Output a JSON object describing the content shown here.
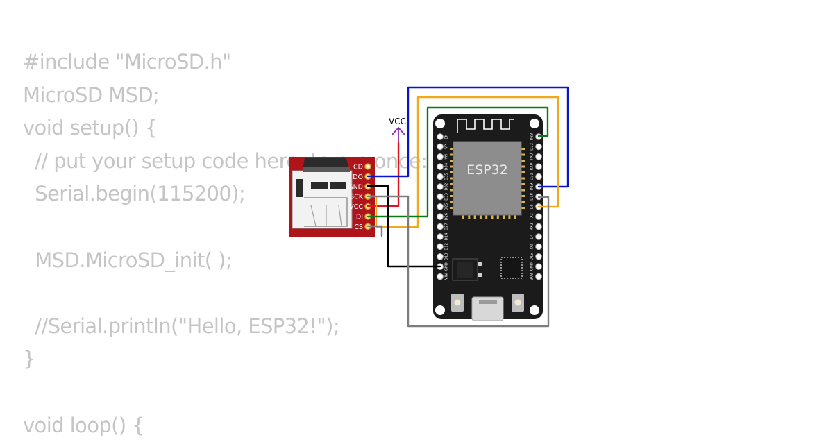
{
  "code_lines": [
    "#include \"MicroSD.h\"",
    "MicroSD MSD;",
    "void setup() {",
    "  // put your setup code here, to run once:",
    "  Serial.begin(115200);",
    "",
    "  MSD.MicroSD_init( );",
    "",
    "  //Serial.println(\"Hello, ESP32!\");",
    "}",
    "",
    "void loop() {"
  ],
  "vcc_label": "VCC",
  "sd_module": {
    "pins": [
      "CD",
      "DO",
      "GND",
      "SCK",
      "VCC",
      "DI",
      "CS"
    ]
  },
  "esp32": {
    "chip_label": "ESP32",
    "left_pins": [
      "EN",
      "VP",
      "VN",
      "D34",
      "D35",
      "D32",
      "D33",
      "D25",
      "D26",
      "D27",
      "D14",
      "D12",
      "D13",
      "GND",
      "VIN"
    ],
    "right_pins": [
      "D23",
      "D22",
      "TX0",
      "RX0",
      "D21",
      "D19",
      "D18",
      "D5",
      "TX2",
      "RX2",
      "D4",
      "D2",
      "D15",
      "GND",
      "3V3"
    ]
  },
  "colors": {
    "code_text": "#c5c5c5",
    "sd_board": "#b0141b",
    "esp_board": "#1b1b1b",
    "wire_do": "#0a14c8",
    "wire_sck": "#f0a81c",
    "wire_di": "#0a7a14",
    "wire_gnd": "#000000",
    "wire_vcc": "#e0141e",
    "wire_cs": "#7d7d7d",
    "vcc_symbol": "#8a2bb0"
  }
}
